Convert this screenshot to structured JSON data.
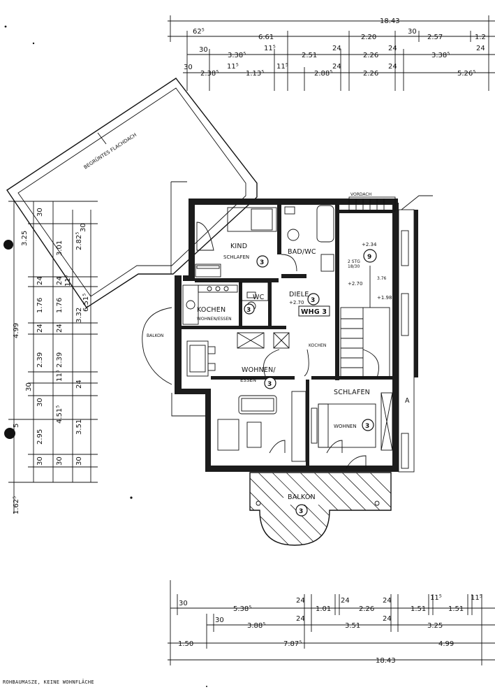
{
  "dims_top": {
    "total": "18.43",
    "row1": [
      "62⁵",
      "6.61",
      "2.20",
      "30",
      "2.57",
      "1.2"
    ],
    "row2": [
      "30",
      "3.38⁵",
      "11⁵",
      "2.51",
      "24",
      "2.26",
      "24",
      "3.38⁵",
      "24"
    ],
    "row3": [
      "30",
      "2.38⁵",
      "11⁵",
      "1.13⁵",
      "11⁵",
      "2.88⁵",
      "24",
      "2.26",
      "24",
      "5.26⁵"
    ]
  },
  "dims_left": {
    "col1": [
      "3.25",
      "4.99",
      "5",
      "1.62⁵"
    ],
    "col2": [
      "30",
      "24",
      "1.76",
      "24",
      "2.39",
      "30",
      "30",
      "2.95",
      "30"
    ],
    "col3": [
      "3.01",
      "24",
      "1.76",
      "24",
      "2.39",
      "11⁵",
      "4.51⁵",
      "30"
    ],
    "col4": [
      "2.82⁵",
      "11⁵",
      "3.32",
      "24",
      "3.51",
      "30"
    ],
    "col5": [
      "30",
      "6.51⁵"
    ]
  },
  "dims_bottom": {
    "row1": [
      "30",
      "5.38⁵",
      "24",
      "1.01",
      "24",
      "2.26",
      "24",
      "1.51",
      "11⁵",
      "1.51",
      "11⁵"
    ],
    "row2": [
      "30",
      "3.88⁵",
      "24",
      "3.51",
      "24",
      "3.25"
    ],
    "row3": [
      "1.50",
      "7.87⁵",
      "4.99"
    ],
    "total": "18.43"
  },
  "rooms": {
    "kind": "KIND",
    "schlafen_kind": "SCHLAFEN",
    "bad": "BAD/WC",
    "wc": "WC",
    "diele": "DIELE",
    "diele_level": "+2.70",
    "kochen": "KOCHEN",
    "wohnen_essen_small": "WOHNEN/ESSEN",
    "wohnen": "WOHNEN/",
    "essen": "ESSEN",
    "schlafen": "SCHLAFEN",
    "wohnen_room": "WOHNEN",
    "balkon_main": "BALKON",
    "balkon_side": "BALKON",
    "kochen_hall": "KOCHEN",
    "whg": "WHG 3",
    "flachdach": "BEGRÜNTES FLACHDACH",
    "vordach": "VORDACH",
    "stair_level_top": "+2.34",
    "stair_level_mid": "+2.70",
    "stair_level_low": "+1.98",
    "stair_note_a": "2 STG",
    "stair_note_b": "18/30",
    "stair_note_c": "3.76",
    "edge_letter": "A"
  },
  "badges": {
    "three": "3",
    "nine": "9"
  },
  "footer": "ROHBAUMASZE, KEINE WOHNFLÄCHE"
}
